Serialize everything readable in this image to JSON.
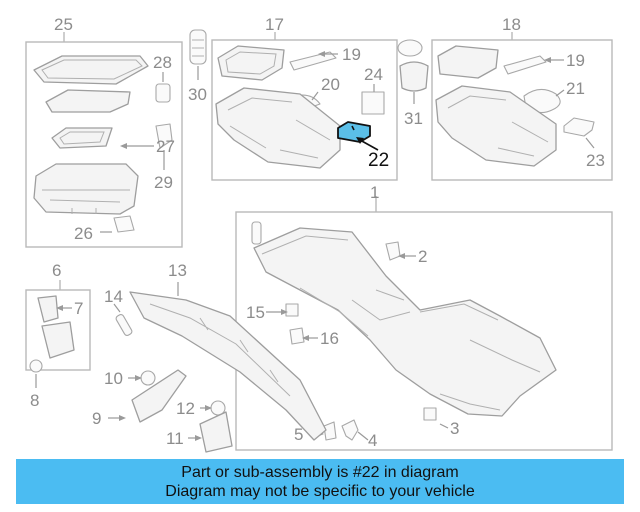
{
  "diagram": {
    "highlight_color": "#5bbfe8",
    "highlighted_callout": "22",
    "groups": [
      {
        "id": "25",
        "label": "25"
      },
      {
        "id": "17",
        "label": "17"
      },
      {
        "id": "18",
        "label": "18"
      },
      {
        "id": "6",
        "label": "6"
      }
    ],
    "callouts": {
      "c1": "1",
      "c2": "2",
      "c3": "3",
      "c4": "4",
      "c5": "5",
      "c7": "7",
      "c8": "8",
      "c9": "9",
      "c10": "10",
      "c11": "11",
      "c12": "12",
      "c13": "13",
      "c14": "14",
      "c15": "15",
      "c16": "16",
      "c19a": "19",
      "c19b": "19",
      "c20": "20",
      "c21": "21",
      "c22": "22",
      "c23": "23",
      "c24": "24",
      "c26": "26",
      "c27": "27",
      "c28": "28",
      "c29": "29",
      "c30": "30",
      "c31": "31"
    }
  },
  "footer": {
    "line1": "Part or sub-assembly is #22 in diagram",
    "line2": "Diagram may not be specific to your vehicle",
    "background": "#4bbcf2"
  }
}
